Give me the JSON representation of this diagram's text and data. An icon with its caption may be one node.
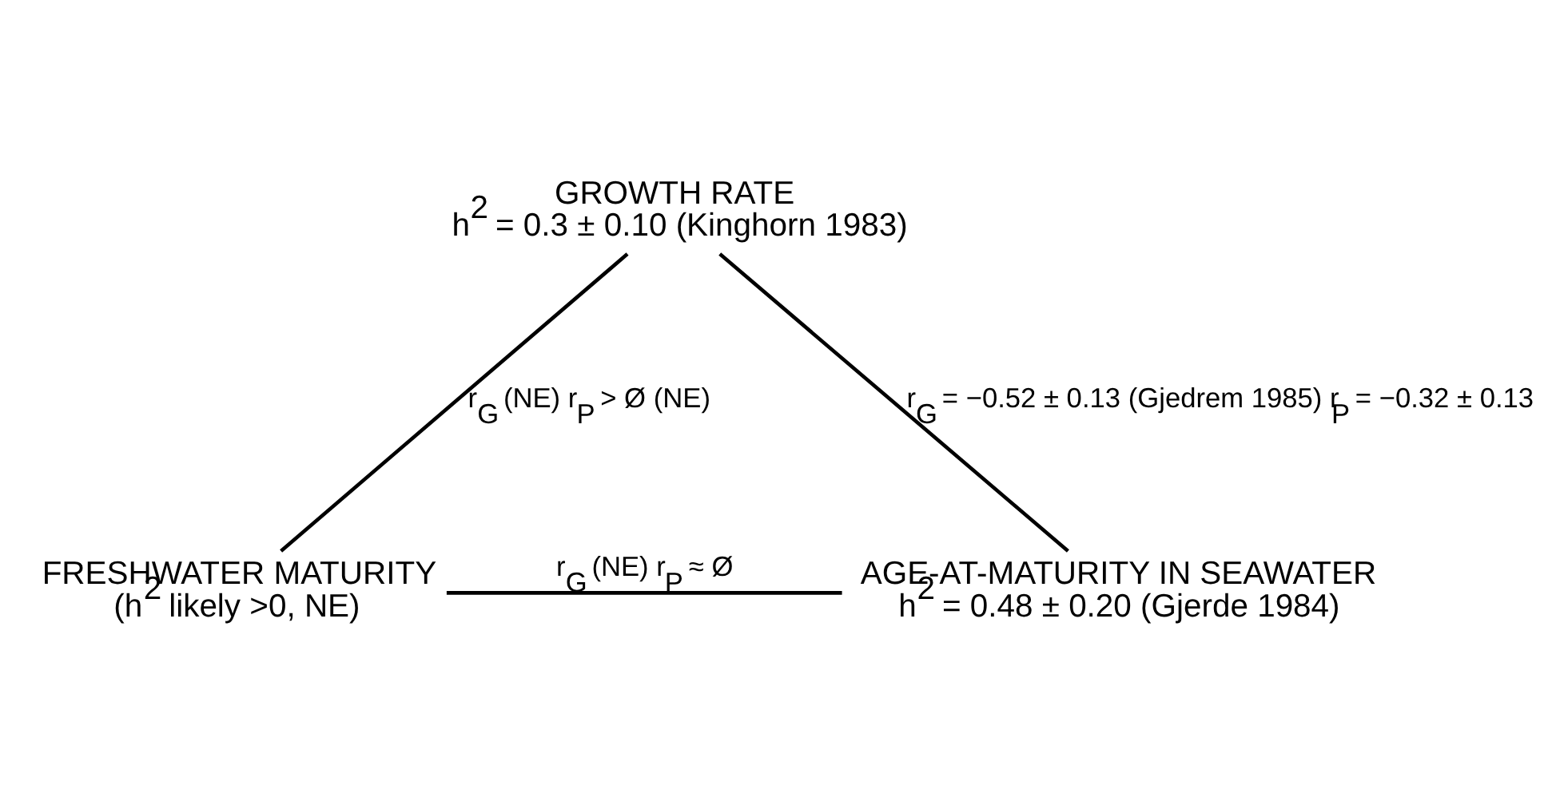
{
  "diagram": {
    "nodes": [
      {
        "text": [
          "GROWTH RATE",
          "h$^{2}$ = 0.3 ± 0.10 (Kinghorn 1983)"
        ]
      },
      {
        "text": [
          "FRESHWATER MATURITY",
          "(h$^{2}$ likely >0, NE)"
        ]
      },
      {
        "text": [
          "AGE-AT-MATURITY IN SEAWATER",
          "h$^{2}$ = 0.48 ± 0.20 (Gjerde 1984)"
        ]
      }
    ],
    "edges": [
      {
        "from": 0,
        "to": 1,
        "arrow": "none",
        "label": "r$_{G}$ (NE) r$_{P}$ > Ø (NE)"
      },
      {
        "from": 0,
        "to": 2,
        "arrow": "none",
        "label": "r$_{G}$ = −0.52 ± 0.13 (Gjedrem 1985) r$_{P}$ = −0.32 ± 0.13"
      },
      {
        "from": 1,
        "to": 2,
        "arrow": "none",
        "label": "r$_{G}$ (NE) r$_{P}$ ≈ Ø"
      }
    ]
  }
}
